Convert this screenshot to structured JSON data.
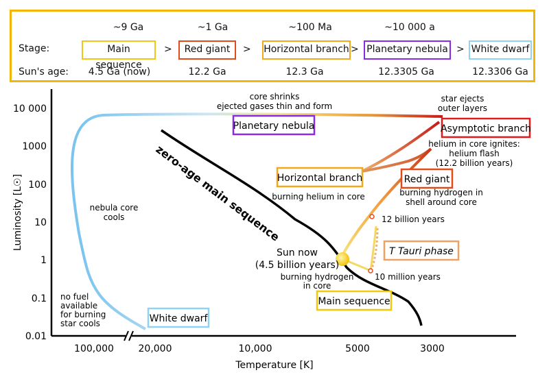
{
  "stages_table": {
    "row_stage_label": "Stage:",
    "row_age_label": "Sun's age:",
    "durations": [
      "~9 Ga",
      "~1 Ga",
      "~100 Ma",
      "~10 000 a"
    ],
    "stages": [
      "Main sequence",
      "Red giant",
      "Horizontal branch",
      "Planetary nebula",
      "White dwarf"
    ],
    "ages": [
      "4.5 Ga (now)",
      "12.2 Ga",
      "12.3 Ga",
      "12.3305 Ga",
      "12.3306 Ga"
    ],
    "arrow": ">",
    "colors": {
      "main_sequence": "#f2c80f",
      "red_giant": "#e34a1a",
      "horizontal_branch": "#f2a81a",
      "planetary_nebula": "#8a2be2",
      "white_dwarf": "#8fd3f4",
      "panel_border": "#f2b705"
    }
  },
  "chart_data": {
    "type": "diagram",
    "xlabel": "Temperature [K]",
    "ylabel": "Luminosity [L☉]",
    "x_ticks": [
      "100,000",
      "20,000",
      "10,000",
      "5000",
      "3000"
    ],
    "y_ticks": [
      "10 000",
      "1000",
      "100",
      "10",
      "1",
      "0.1",
      "0.01"
    ],
    "zams_label": "zero-age main sequence",
    "stage_boxes": {
      "planetary_nebula": "Planetary nebula",
      "asymptotic_branch": "Asymptotic branch",
      "horizontal_branch": "Horizontal branch",
      "red_giant": "Red giant",
      "t_tauri": "T Tauri phase",
      "main_sequence": "Main sequence",
      "white_dwarf": "White dwarf"
    },
    "annotations": {
      "core_shrinks_1": "core shrinks",
      "core_shrinks_2": "ejected gases thin and form",
      "star_ejects_1": "star ejects",
      "star_ejects_2": "outer layers",
      "helium_1": "helium in core ignites:",
      "helium_2": "helium flash",
      "helium_3": "(12.2 billion years)",
      "burning_helium": "burning helium in core",
      "burning_shell_1": "burning hydrogen in",
      "burning_shell_2": "shell around core",
      "twelve_billion": "12 billion years",
      "sun_now_1": "Sun now",
      "sun_now_2": "(4.5 billion years)",
      "burning_core_1": "burning hydrogen",
      "burning_core_2": "in core",
      "ten_million": "10 million years",
      "nebula_cools_1": "nebula core",
      "nebula_cools_2": "cools",
      "no_fuel_1": "no fuel",
      "no_fuel_2": "available",
      "no_fuel_3": "for burning",
      "no_fuel_4": "star cools"
    }
  }
}
